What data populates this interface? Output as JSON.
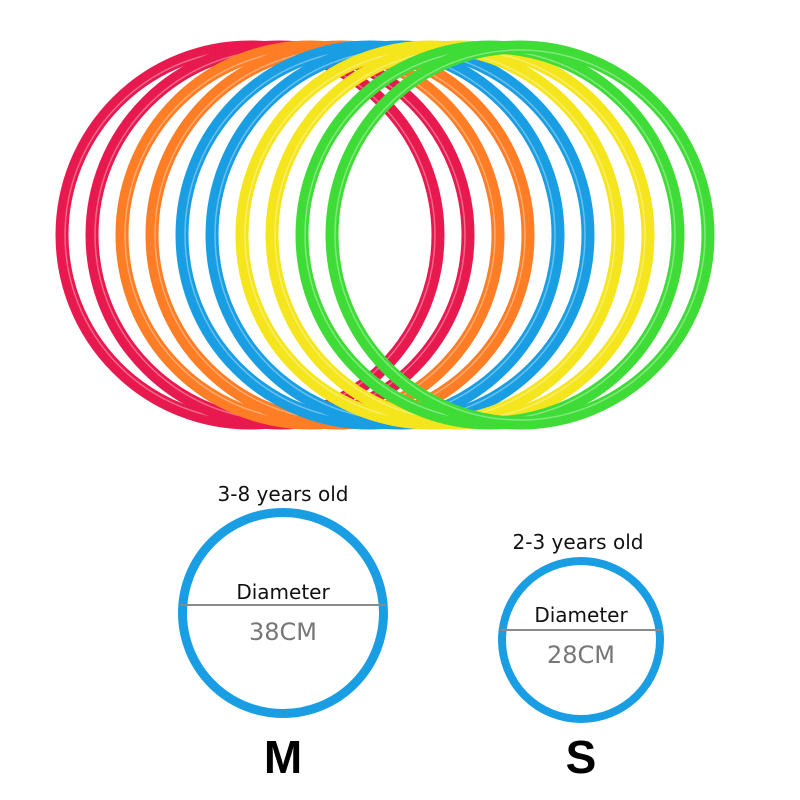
{
  "product": {
    "ring_colors": [
      "#e8194e",
      "#ff7d24",
      "#1a9ee3",
      "#f5e51c",
      "#3fdc37"
    ],
    "ring_order": [
      "red",
      "red",
      "orange",
      "orange",
      "blue",
      "blue",
      "yellow",
      "yellow",
      "green",
      "green"
    ]
  },
  "sizes": [
    {
      "age": "3-8 years old",
      "diameter_label": "Diameter",
      "diameter_value": "38CM",
      "letter": "M",
      "ring_color": "#1a9ee3"
    },
    {
      "age": "2-3 years old",
      "diameter_label": "Diameter",
      "diameter_value": "28CM",
      "letter": "S",
      "ring_color": "#1a9ee3"
    }
  ]
}
